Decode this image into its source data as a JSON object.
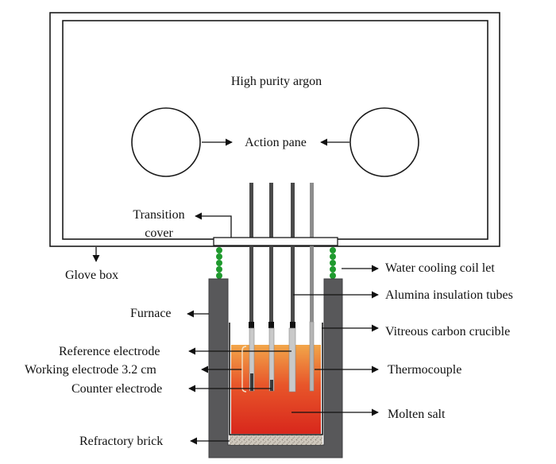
{
  "labels": {
    "argon": "High purity argon",
    "action_pane": "Action pane",
    "transition_cover_line1": "Transition",
    "transition_cover_line2": "cover",
    "glove_box": "Glove box",
    "water_cooling": "Water cooling coil let",
    "alumina_tubes": "Alumina insulation tubes",
    "furnace": "Furnace",
    "crucible": "Vitreous carbon crucible",
    "reference_electrode": "Reference electrode",
    "working_electrode": "Working electrode 3.2 cm",
    "counter_electrode": "Counter electrode",
    "thermocouple": "Thermocouple",
    "molten_salt": "Molten salt",
    "refractory_brick": "Refractory brick"
  },
  "colors": {
    "outline": "#1a1a1a",
    "furnace_wall": "#58585a",
    "coil": "#1f9a2e",
    "salt_top": "#f2a64a",
    "salt_bottom": "#d8271c",
    "brick": "#c9c1b5",
    "tube": "#b8b8b8",
    "rod": "#4a4a4a"
  }
}
